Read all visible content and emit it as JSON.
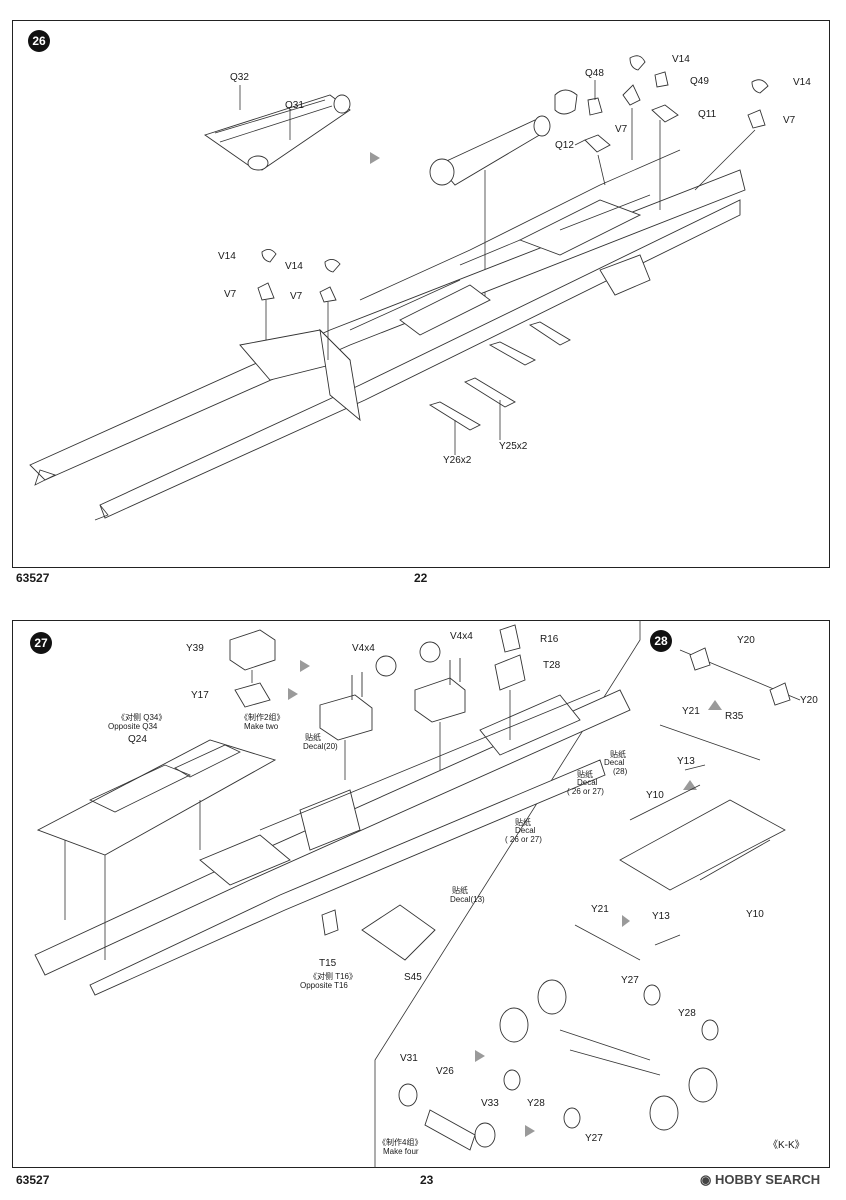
{
  "page22": {
    "step": "26",
    "labels": {
      "q32": "Q32",
      "q31": "Q31",
      "q48": "Q48",
      "q12": "Q12",
      "v14_a": "V14",
      "q49": "Q49",
      "v7_a": "V7",
      "q11": "Q11",
      "v14_b": "V14",
      "v7_b": "V7",
      "v14_c": "V14",
      "v7_c": "V7",
      "v14_d": "V14",
      "v7_d": "V7",
      "y26": "Y26x2",
      "y25": "Y25x2"
    },
    "footer_left": "63527",
    "footer_page": "22"
  },
  "page23": {
    "step27": "27",
    "step28": "28",
    "labels": {
      "y39": "Y39",
      "y17": "Y17",
      "make_two_cn": "《制作2组》",
      "make_two": "Make two",
      "decal20_cn": "贴纸",
      "decal20": "Decal(20)",
      "v4x4_a": "V4x4",
      "v4x4_b": "V4x4",
      "r16": "R16",
      "t28": "T28",
      "opp_q34_cn": "《对侧 Q34》",
      "opp_q34": "Opposite Q34",
      "q24": "Q24",
      "decal28_cn": "贴纸",
      "decal28_a": "Decal",
      "decal28_b": "(28)",
      "decal2627_cn": "贴纸",
      "decal2627_a": "Decal",
      "decal2627_b": "( 26 or 27)",
      "decal2627b_cn": "贴纸",
      "decal2627b_a": "Decal",
      "decal2627b_b": "( 26 or 27)",
      "decal13_cn": "贴纸",
      "decal13": "Decal(13)",
      "t15": "T15",
      "opp_t16_cn": "《对侧 T16》",
      "opp_t16": "Opposite T16",
      "s45": "S45",
      "y20_a": "Y20",
      "y20_b": "Y20",
      "y21_a": "Y21",
      "r35": "R35",
      "y13_a": "Y13",
      "y10_a": "Y10",
      "y10_b": "Y10",
      "y21_b": "Y21",
      "y13_b": "Y13",
      "y27_a": "Y27",
      "y28_a": "Y28",
      "v31": "V31",
      "v26": "V26",
      "v33": "V33",
      "y28_b": "Y28",
      "y27_b": "Y27",
      "make_four_cn": "《制作4组》",
      "make_four": "Make four",
      "kk": "《K-K》"
    },
    "footer_left": "63527",
    "footer_page": "23",
    "watermark": "HOBBY SEARCH"
  }
}
